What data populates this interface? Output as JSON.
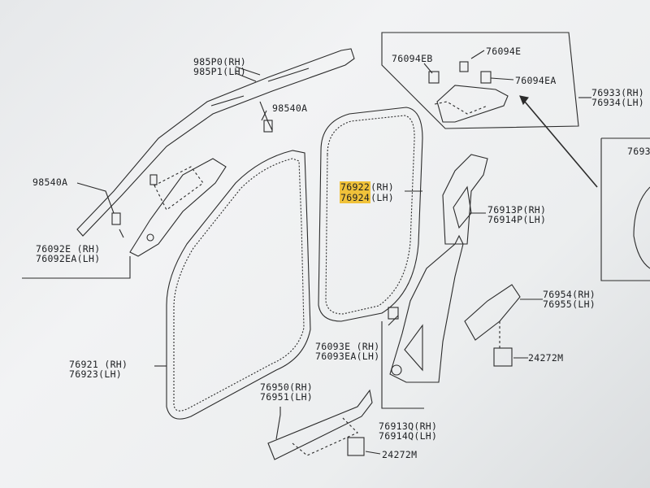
{
  "labels": {
    "airbag_rh": "985P0(RH)",
    "airbag_lh": "985P1(LH)",
    "bolt_98540a_1": "98540A",
    "bolt_98540a_2": "98540A",
    "pillar_a_rh": "76092E (RH)",
    "pillar_a_lh": "76092EA(LH)",
    "clip_76094eb": "76094EB",
    "clip_76094e": "76094E",
    "clip_76094ea": "76094EA",
    "garnish_rh": "76933(RH)",
    "garnish_lh": "76934(LH)",
    "partial_top_right": "7693",
    "weatherstrip_rear_rh_num": "76922",
    "weatherstrip_rear_rh_side": "(RH)",
    "weatherstrip_rear_lh_num": "76924",
    "weatherstrip_rear_lh_side": "(LH)",
    "pillar_b_upper_rh": "76913P(RH)",
    "pillar_b_upper_lh": "76914P(LH)",
    "weatherstrip_front_rh": "76921 (RH)",
    "weatherstrip_front_lh": "76923(LH)",
    "clip_76093e_rh": "76093E (RH)",
    "clip_76093e_lh": "76093EA(LH)",
    "kick_plate_rh": "76954(RH)",
    "kick_plate_lh": "76955(LH)",
    "clip_24272m_1": "24272M",
    "sill_rh": "76950(RH)",
    "sill_lh": "76951(LH)",
    "pillar_b_lower_rh": "76913Q(RH)",
    "pillar_b_lower_lh": "76914Q(LH)",
    "clip_24272m_2": "24272M"
  },
  "highlight_color": "#f0c23a"
}
